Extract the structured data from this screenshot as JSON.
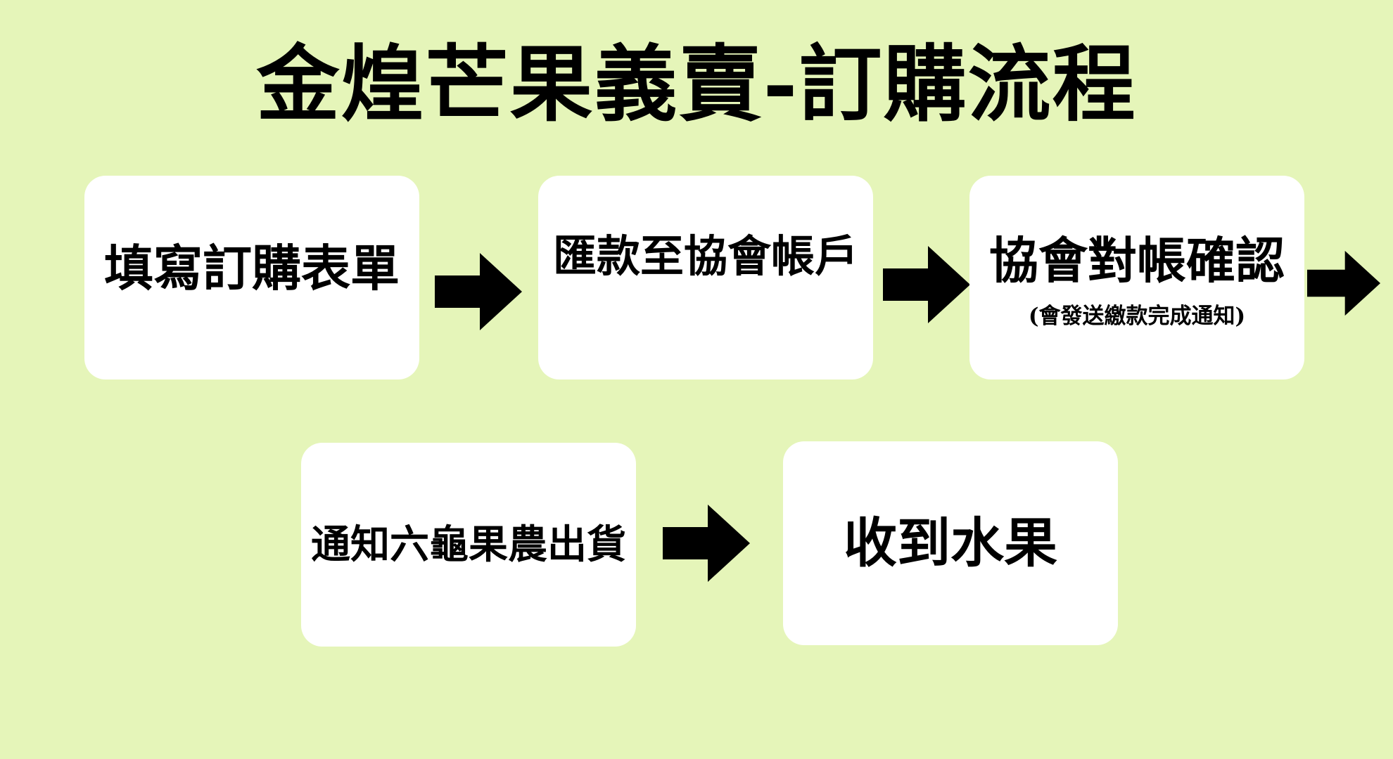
{
  "title": "金煌芒果義賣-訂購流程",
  "steps": [
    {
      "label": "填寫訂購表單"
    },
    {
      "label": "匯款至協會帳戶"
    },
    {
      "label": "協會對帳確認",
      "note": "(會發送繳款完成通知)"
    },
    {
      "label": "通知六龜果農出貨"
    },
    {
      "label": "收到水果"
    }
  ],
  "arrow_icon": "right-arrow-icon",
  "colors": {
    "background": "#e5f5b9",
    "box": "#ffffff",
    "text": "#000000",
    "arrow": "#000000"
  }
}
